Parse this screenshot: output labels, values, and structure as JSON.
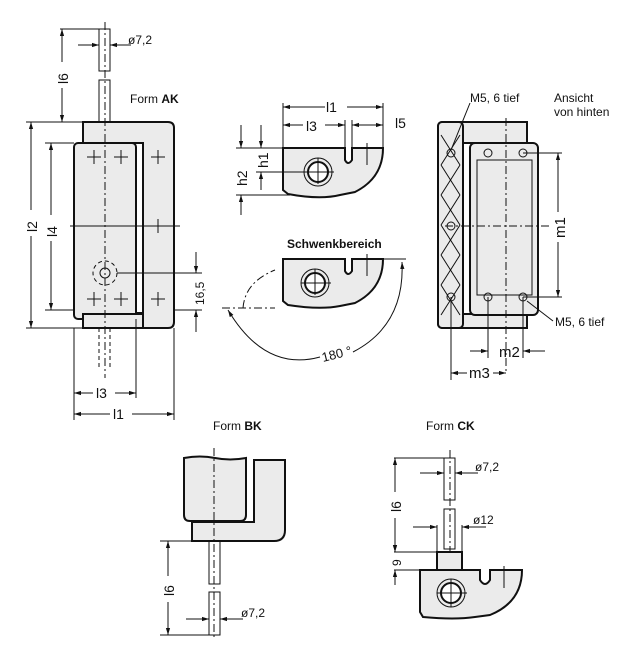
{
  "colors": {
    "line": "#111111",
    "fill": "#ebebeb",
    "background": "#ffffff"
  },
  "views": {
    "form_ak": {
      "title_prefix": "Form ",
      "title_bold": "AK",
      "dims": {
        "dia": "ø7,2",
        "l6": "l6",
        "l2": "l2",
        "l4": "l4",
        "l3": "l3",
        "l1": "l1",
        "d165": "16,5"
      }
    },
    "side_view": {
      "dims": {
        "l1": "l1",
        "l3": "l3",
        "l5": "l5",
        "h1": "h1",
        "h2": "h2"
      }
    },
    "swivel": {
      "title": "Schwenkbereich",
      "angle": "180 °"
    },
    "rear_view": {
      "title_line1": "Ansicht",
      "title_line2": "von hinten",
      "thread_top": "M5, 6 tief",
      "thread_bottom": "M5, 6 tief",
      "dims": {
        "m1": "m1",
        "m2": "m2",
        "m3": "m3"
      }
    },
    "form_bk": {
      "title_prefix": "Form ",
      "title_bold": "BK",
      "dims": {
        "l6": "l6",
        "dia": "ø7,2"
      }
    },
    "form_ck": {
      "title_prefix": "Form ",
      "title_bold": "CK",
      "dims": {
        "dia1": "ø7,2",
        "dia2": "ø12",
        "l6": "l6",
        "d9": "9"
      }
    }
  }
}
